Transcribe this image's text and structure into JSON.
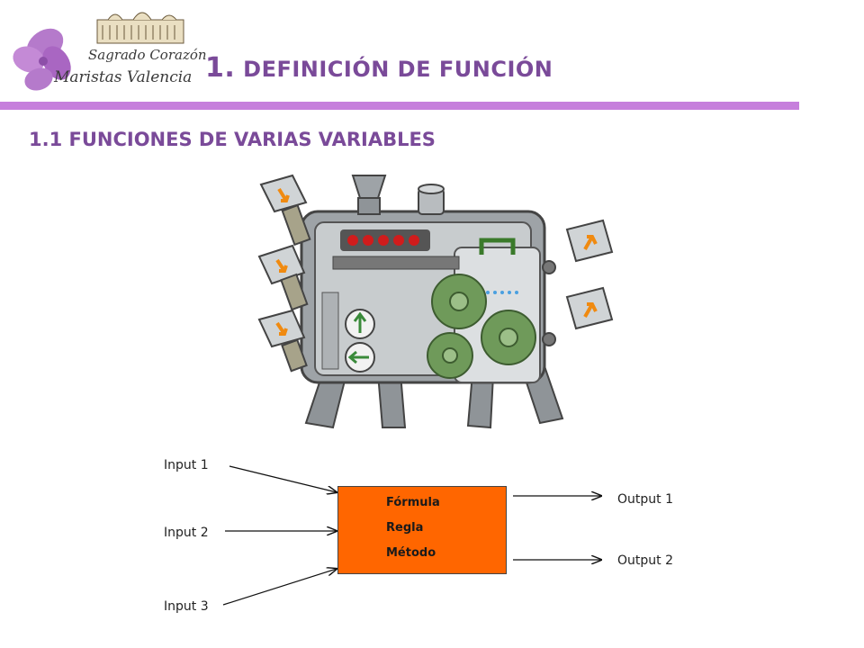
{
  "logo": {
    "line1": "Sagrado Corazón",
    "line2": "Maristas Valencia"
  },
  "slide": {
    "number": "1.",
    "title": "DEFINICIÓN DE FUNCIÓN",
    "subtitle": "1.1 FUNCIONES DE VARIAS VARIABLES"
  },
  "diagram": {
    "inputs": [
      "Input 1",
      "Input 2",
      "Input 3"
    ],
    "box_lines": [
      "Fórmula",
      "Regla",
      "Método"
    ],
    "outputs": [
      "Output 1",
      "Output 2"
    ]
  },
  "colors": {
    "accent": "#7a4a99",
    "divider": "#c67fdc",
    "box": "#ff6600"
  }
}
